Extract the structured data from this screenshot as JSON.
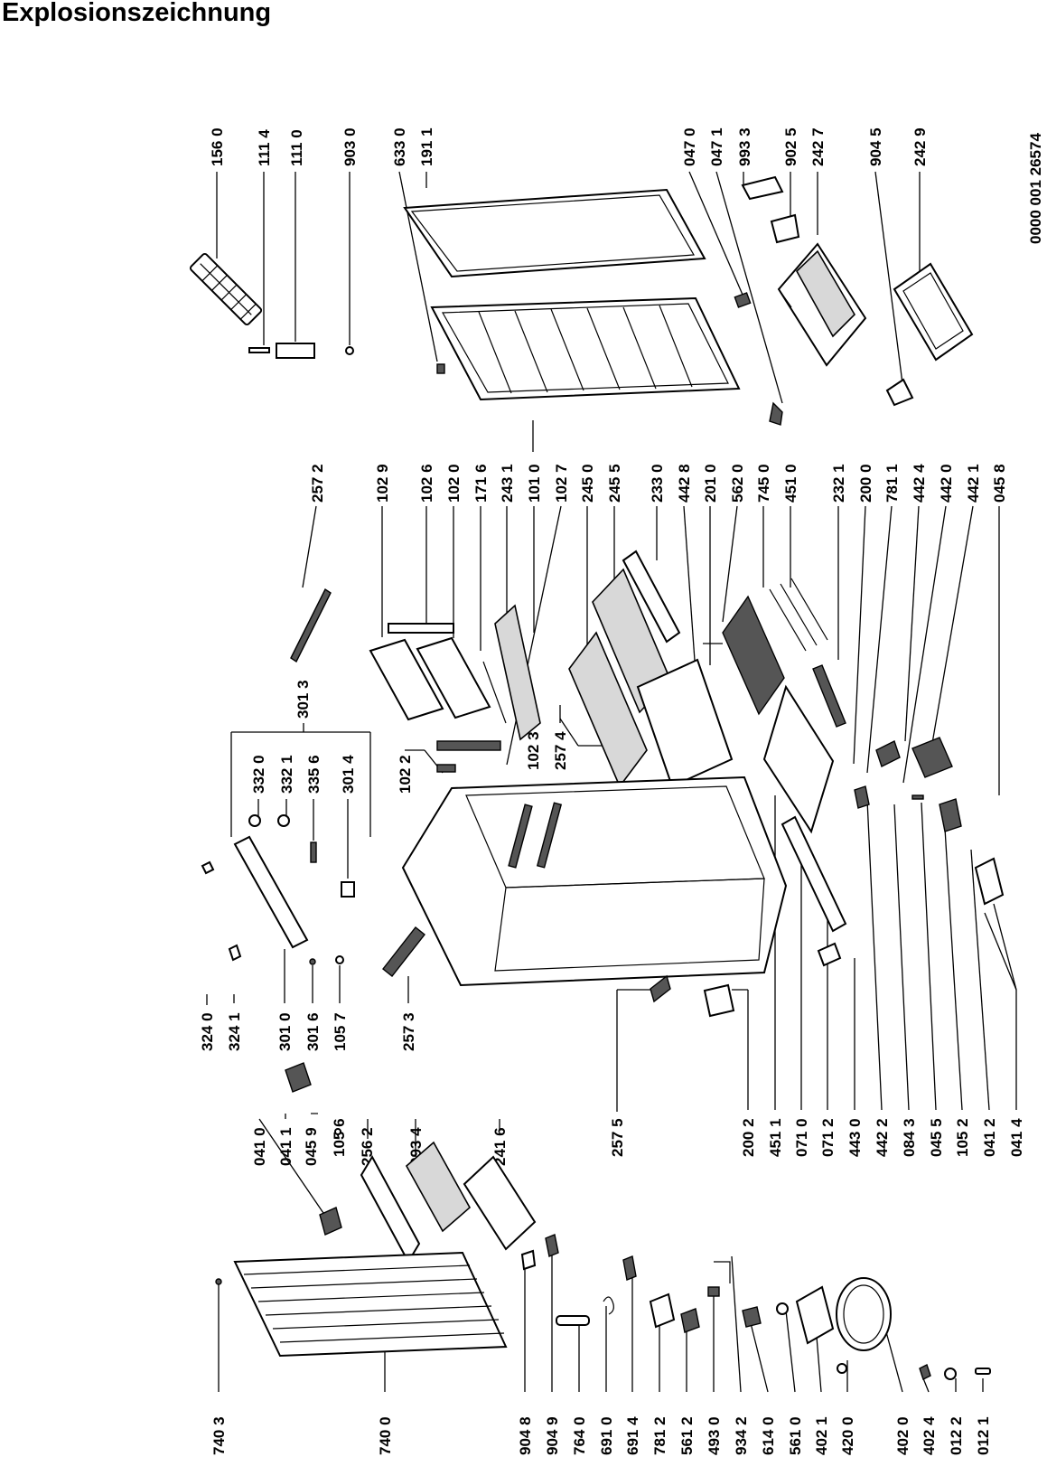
{
  "title": "Explosionszeichnung",
  "document_number": "0000 001 26574",
  "labels": {
    "top_right": [
      "156 0",
      "111 4",
      "111 0",
      "903 0",
      "633 0",
      "191 1",
      "047 0",
      "047 1",
      "993 3",
      "902 5",
      "242 7",
      "904 5",
      "242 9"
    ],
    "middle_right": [
      "257 2",
      "102 9",
      "102 6",
      "102 0",
      "171 6",
      "243 1",
      "101 0",
      "102 7",
      "245 0",
      "245 5",
      "233 0",
      "442 8",
      "201 0",
      "562 0",
      "745 0",
      "451 0",
      "232 1",
      "200 0",
      "781 1",
      "442 4",
      "442 0",
      "442 1",
      "045 8"
    ],
    "group_301": [
      "301 3",
      "332 0",
      "332 1",
      "335 6",
      "301 4"
    ],
    "center_group": [
      "102 2",
      "102 3",
      "257 4"
    ],
    "middle_left": [
      "324 0",
      "324 1",
      "301 0",
      "301 6",
      "105 7",
      "257 3"
    ],
    "middle_bottom": [
      "257 5",
      "200 2",
      "451 1",
      "071 0",
      "071 2",
      "443 0",
      "442 2",
      "084 3",
      "045 5",
      "105 2",
      "041 2",
      "041 4"
    ],
    "upper_left": [
      "041 0",
      "041 1",
      "045 9",
      "105 6",
      "256 2",
      "993 4",
      "241 6"
    ],
    "left": [
      "740 3",
      "740 0",
      "904 8",
      "904 9",
      "764 0",
      "691 0",
      "691 4",
      "781 2",
      "561 2",
      "493 0",
      "934 2",
      "614 0",
      "561 0",
      "402 1",
      "420 0",
      "402 0",
      "402 4",
      "012 2",
      "012 1"
    ]
  }
}
